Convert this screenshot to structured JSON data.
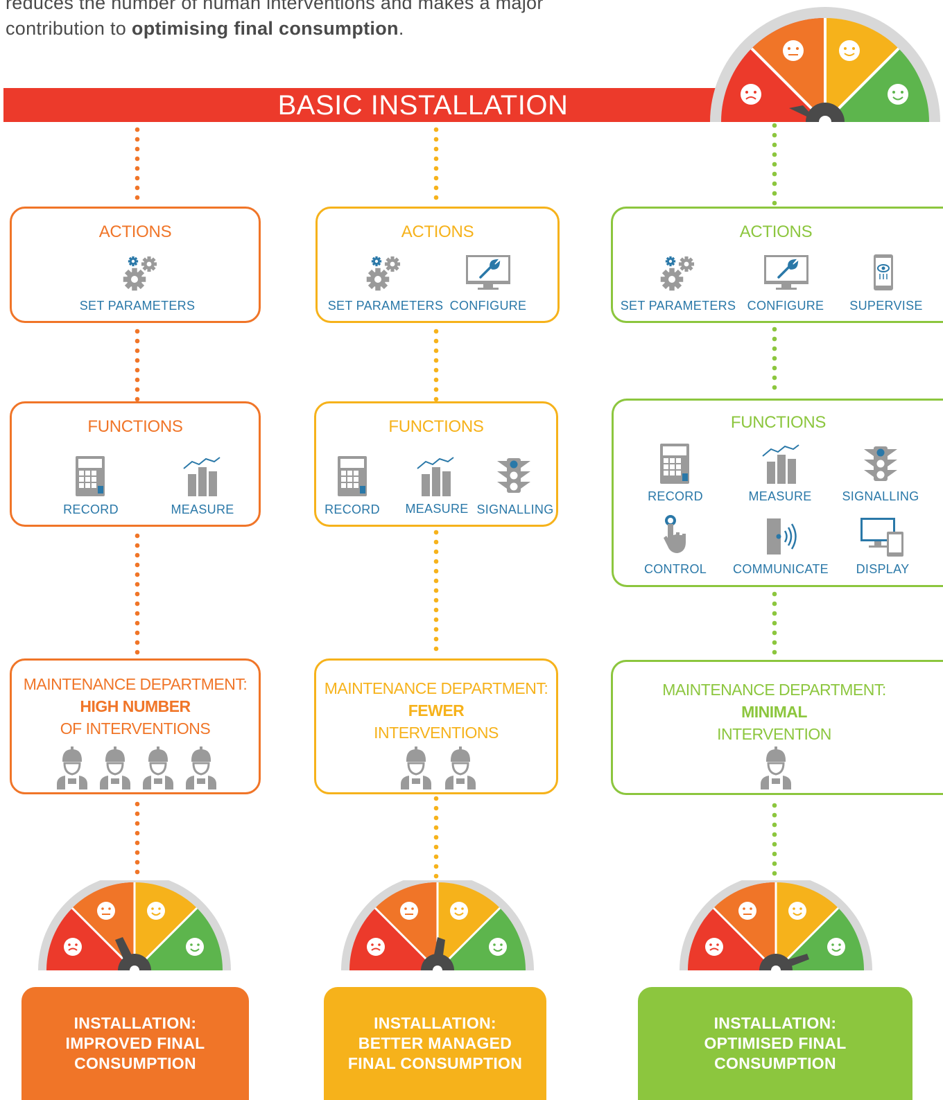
{
  "intro": {
    "line1": "reduces the number of human interventions and makes a major",
    "line2_prefix": "contribution to ",
    "line2_bold": "optimising final consumption",
    "line2_suffix": "."
  },
  "banner": {
    "title": "BASIC INSTALLATION"
  },
  "colors": {
    "red": "#ec3a2b",
    "orange": "#f07528",
    "yellow": "#f6b21b",
    "green": "#8cc63e",
    "blue": "#2a78a8",
    "grey": "#9a9a9a"
  },
  "columns": [
    {
      "actions": {
        "title": "ACTIONS",
        "items": [
          "SET PARAMETERS"
        ]
      },
      "functions": {
        "title": "FUNCTIONS",
        "items": [
          "RECORD",
          "MEASURE"
        ]
      },
      "maintenance": {
        "line1": "MAINTENANCE DEPARTMENT:",
        "bold": "HIGH NUMBER",
        "line3": "OF INTERVENTIONS",
        "workers": 4
      },
      "result": {
        "text": "INSTALLATION:\nIMPROVED FINAL\nCONSUMPTION"
      }
    },
    {
      "actions": {
        "title": "ACTIONS",
        "items": [
          "SET PARAMETERS",
          "CONFIGURE"
        ]
      },
      "functions": {
        "title": "FUNCTIONS",
        "items": [
          "RECORD",
          "MEASURE",
          "SIGNALLING"
        ]
      },
      "maintenance": {
        "line1": "MAINTENANCE DEPARTMENT:",
        "bold": "FEWER",
        "line3": "INTERVENTIONS",
        "workers": 2
      },
      "result": {
        "text": "INSTALLATION:\nBETTER MANAGED\nFINAL CONSUMPTION"
      }
    },
    {
      "actions": {
        "title": "ACTIONS",
        "items": [
          "SET PARAMETERS",
          "CONFIGURE",
          "SUPERVISE"
        ]
      },
      "functions": {
        "title": "FUNCTIONS",
        "items": [
          "RECORD",
          "MEASURE",
          "SIGNALLING",
          "CONTROL",
          "COMMUNICATE",
          "DISPLAY"
        ]
      },
      "maintenance": {
        "line1": "MAINTENANCE DEPARTMENT:",
        "bold": "MINIMAL",
        "line3": "INTERVENTION",
        "workers": 1
      },
      "result": {
        "text": "INSTALLATION:\nOPTIMISED FINAL\nCONSUMPTION"
      }
    }
  ],
  "icons": [
    "gears-icon",
    "monitor-wrench-icon",
    "tablet-eye-icon",
    "calculator-icon",
    "bar-chart-icon",
    "traffic-light-icon",
    "hand-touch-icon",
    "wireless-device-icon",
    "monitor-phone-icon",
    "worker-icon",
    "gauge-icon"
  ]
}
